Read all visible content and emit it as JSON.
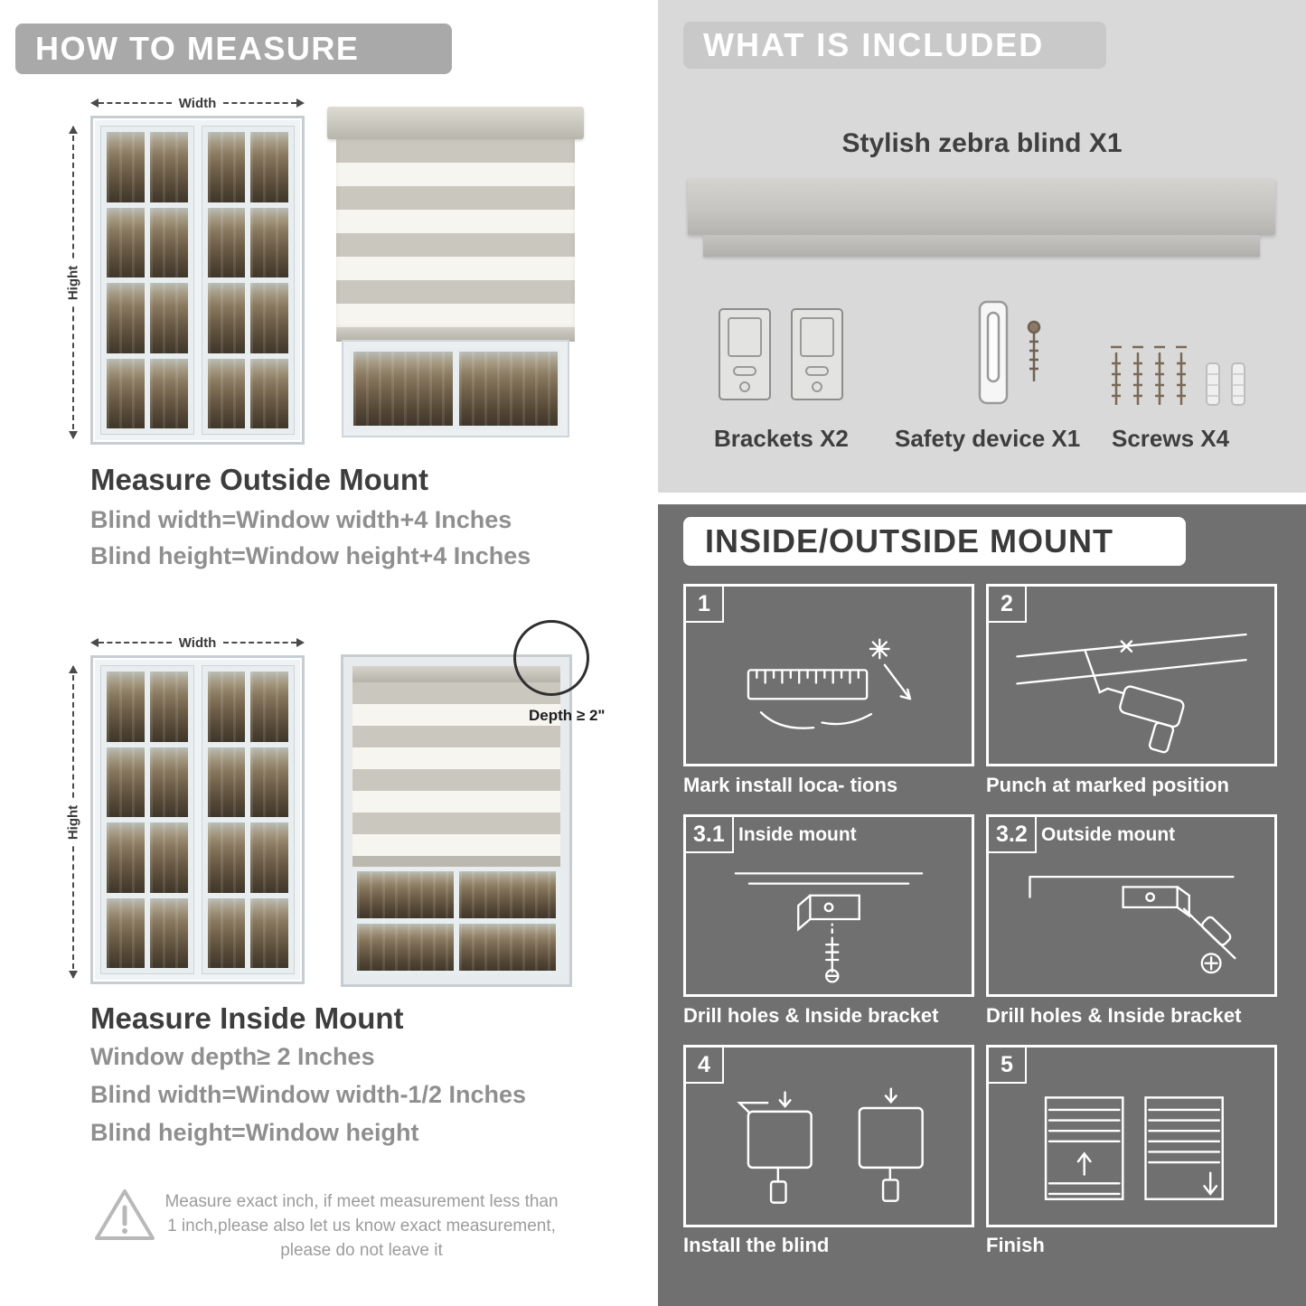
{
  "left": {
    "header": "HOW TO MEASURE",
    "labels": {
      "width": "Width",
      "height": "Hight",
      "depth": "Depth ≥ 2\""
    },
    "outside": {
      "title": "Measure Outside Mount",
      "line1": "Blind width=Window width+4 Inches",
      "line2": "Blind height=Window height+4 Inches"
    },
    "inside": {
      "title": "Measure Inside Mount",
      "line1": "Window depth≥ 2 Inches",
      "line2": "Blind width=Window width-1/2 Inches",
      "line3": "Blind height=Window height"
    },
    "note": "Measure exact inch, if meet measurement less than 1 inch,please also let us know exact measurement, please do not leave it"
  },
  "right": {
    "included": {
      "header": "WHAT IS INCLUDED",
      "blind_label": "Stylish zebra blind X1",
      "brackets_label": "Brackets X2",
      "safety_label": "Safety device X1",
      "screws_label": "Screws X4"
    },
    "mount": {
      "header": "INSIDE/OUTSIDE MOUNT",
      "steps": [
        {
          "num": "1",
          "caption": "Mark install loca- tions"
        },
        {
          "num": "2",
          "caption": "Punch at  marked position"
        },
        {
          "num": "3.1",
          "title": "Inside mount",
          "caption": "Drill holes &  Inside bracket"
        },
        {
          "num": "3.2",
          "title": "Outside mount",
          "caption": "Drill holes &  Inside bracket"
        },
        {
          "num": "4",
          "caption": "Install the blind"
        },
        {
          "num": "5",
          "caption": "Finish"
        }
      ]
    }
  }
}
